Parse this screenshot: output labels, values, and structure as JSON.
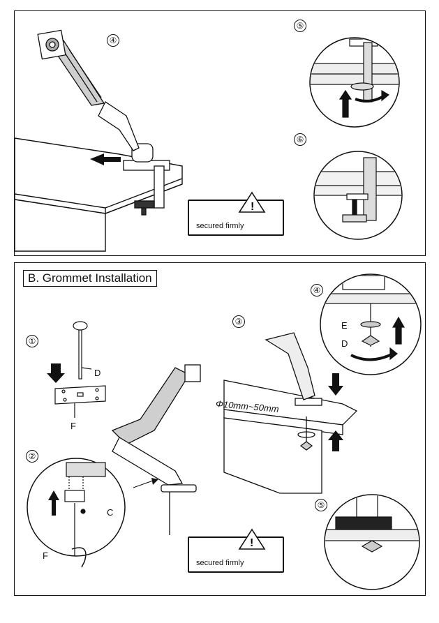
{
  "top": {
    "steps": [
      "④",
      "⑤",
      "⑥"
    ],
    "warning": {
      "icon": "exclamation-triangle-icon",
      "text": "secured firmly"
    }
  },
  "bottom": {
    "title": "B. Grommet Installation",
    "steps": [
      "①",
      "②",
      "③",
      "④",
      "⑤"
    ],
    "labels": {
      "D1": "D",
      "F1": "F",
      "C": "C",
      "F2": "F",
      "E": "E",
      "D2": "D"
    },
    "dimension": "Φ10mm~50mm",
    "warning": {
      "icon": "exclamation-triangle-icon",
      "text": "secured firmly"
    }
  }
}
